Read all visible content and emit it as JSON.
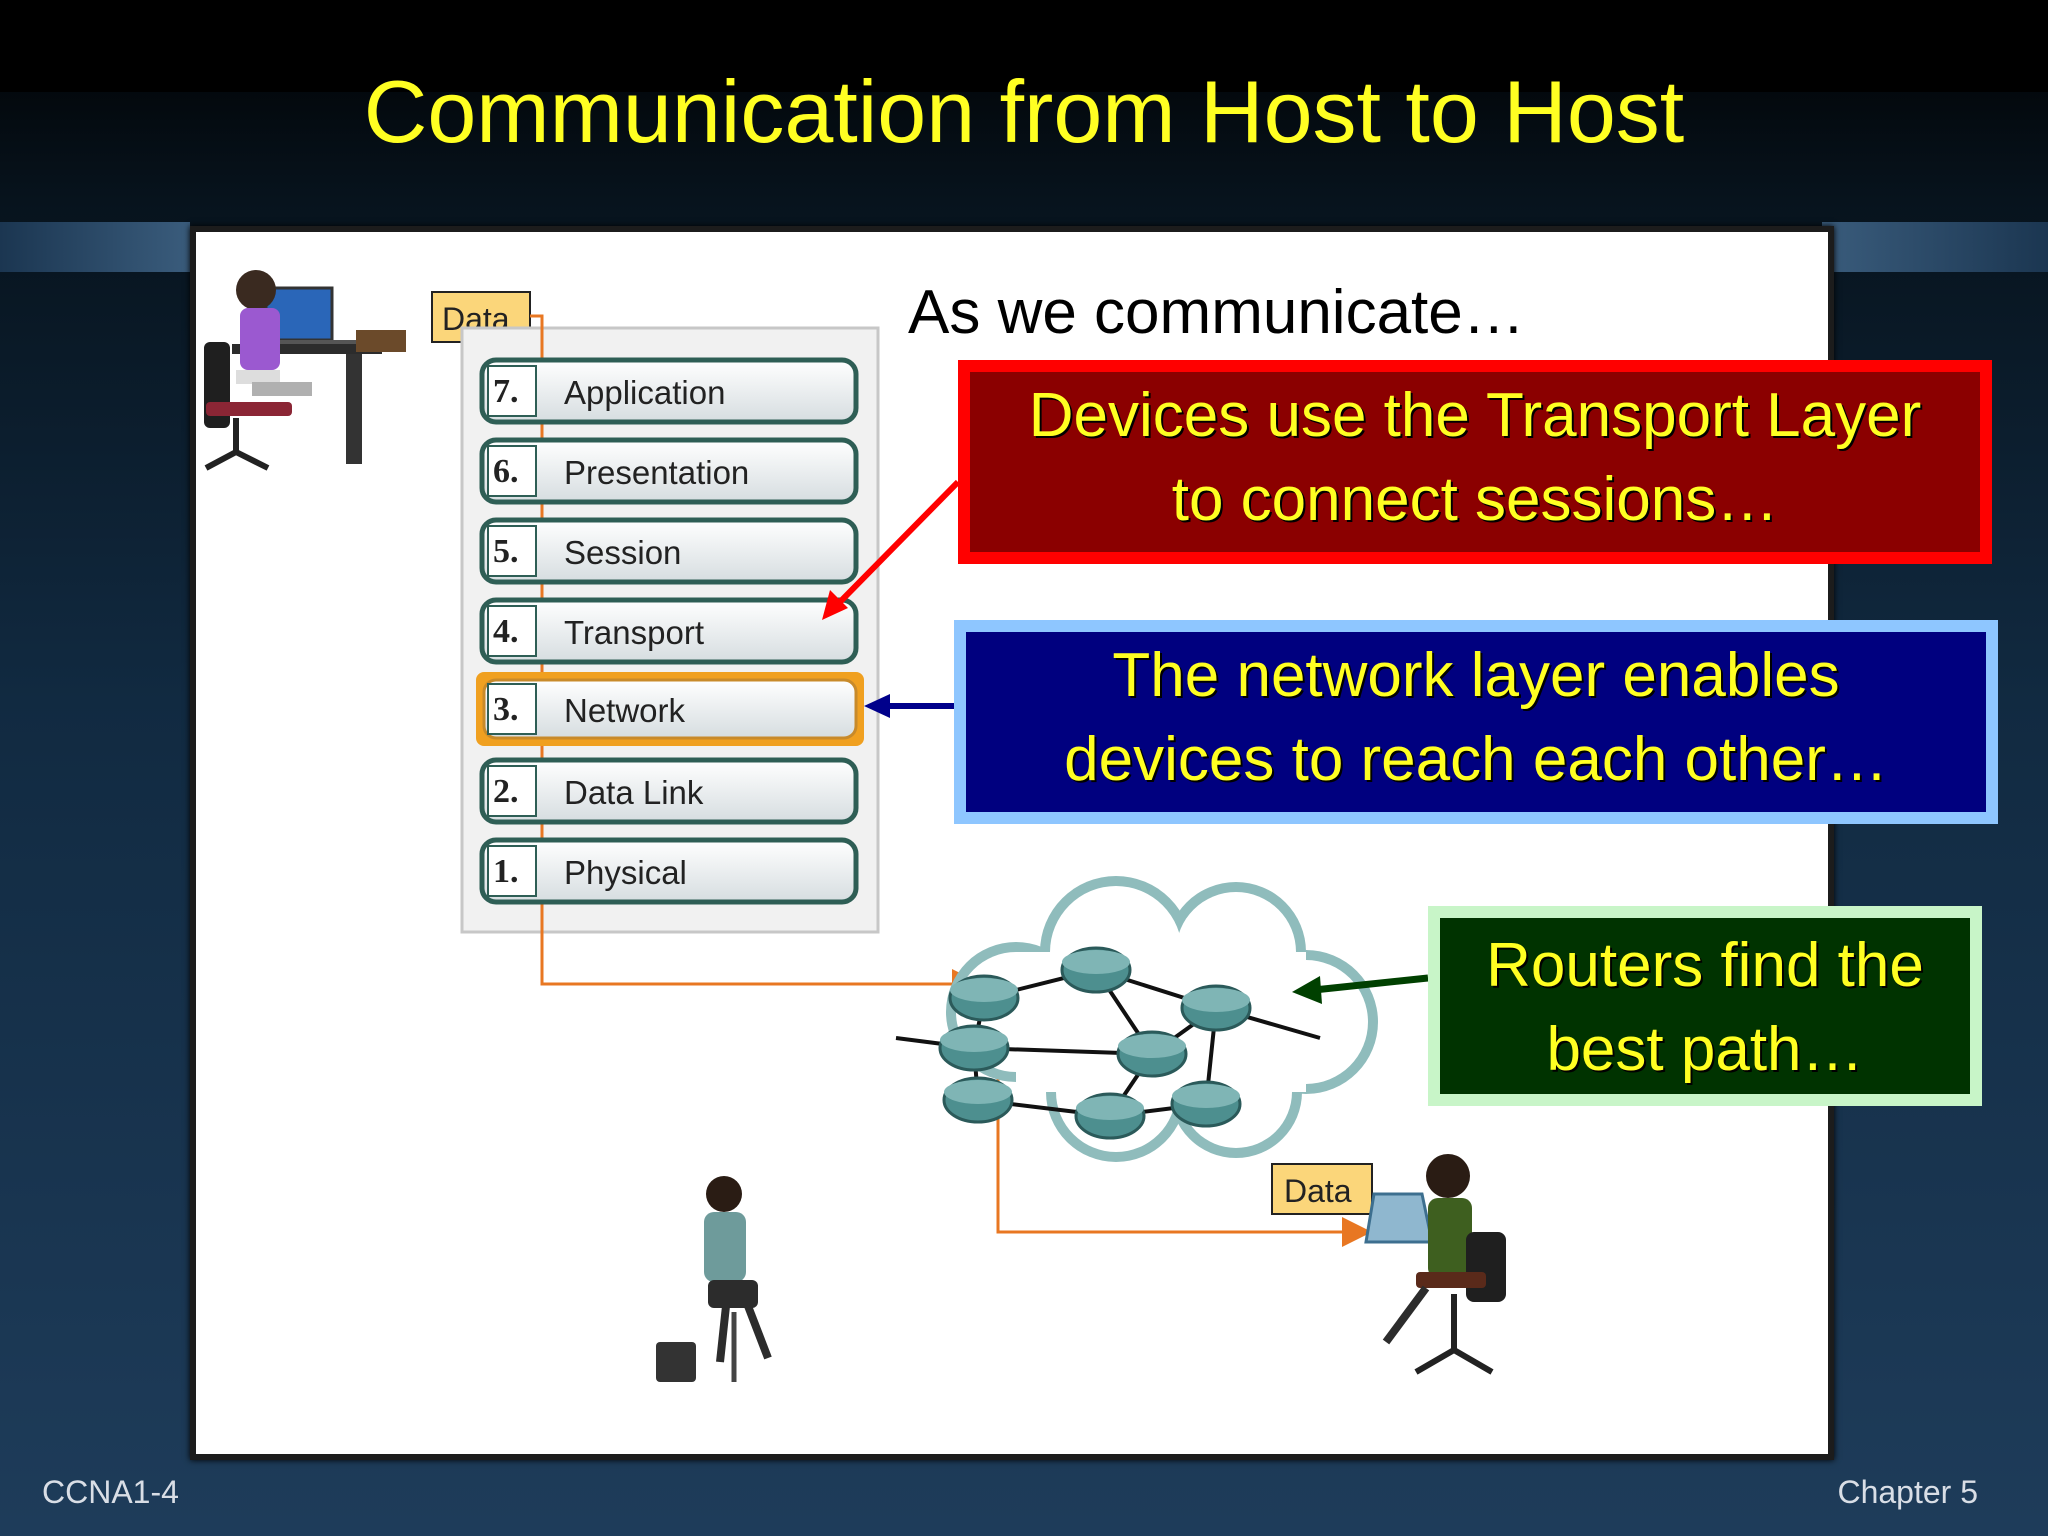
{
  "slide": {
    "title": "Communication from Host to Host",
    "footer_left": "CCNA1-4",
    "footer_right": "Chapter 5"
  },
  "diagram": {
    "caption": "As we communicate…",
    "data_tag_top": "Data",
    "data_tag_bottom": "Data",
    "layers": [
      {
        "num": "7.",
        "label": "Application"
      },
      {
        "num": "6.",
        "label": "Presentation"
      },
      {
        "num": "5.",
        "label": "Session"
      },
      {
        "num": "4.",
        "label": "Transport"
      },
      {
        "num": "3.",
        "label": "Network",
        "highlighted": true
      },
      {
        "num": "2.",
        "label": "Data Link"
      },
      {
        "num": "1.",
        "label": "Physical"
      }
    ]
  },
  "callouts": {
    "transport": {
      "line1": "Devices use the Transport Layer",
      "line2": "to connect sessions…"
    },
    "network": {
      "line1": "The network layer enables",
      "line2": "devices to reach each other…"
    },
    "routers": {
      "line1": "Routers find the",
      "line2": "best path…"
    }
  },
  "colors": {
    "title": "#ffff22",
    "highlight": "#f0a020",
    "data_path": "#e87722",
    "arrow_red": "#ff0000",
    "arrow_blue": "#00008b",
    "arrow_green": "#004000",
    "router": "#4d8f8f"
  }
}
